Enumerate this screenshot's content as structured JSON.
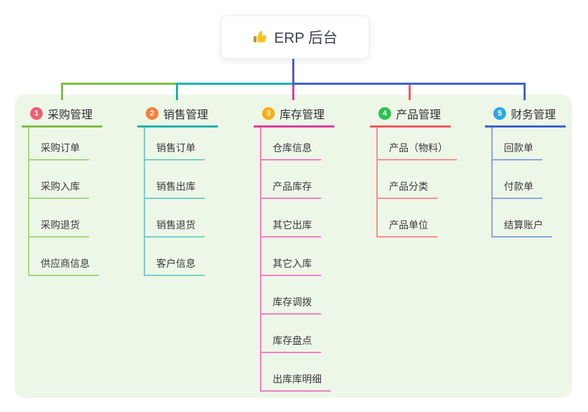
{
  "root": {
    "label": "ERP 后台",
    "icon": "thumbs-up-icon",
    "line_color": "#5159d0"
  },
  "colors": {
    "canvas_bg": "#ffffff",
    "panel_bg": "#edf7e8",
    "root_text": "#3c4358",
    "branch_text": "#303030",
    "child_text": "#3a3a3a"
  },
  "branches": [
    {
      "index": "1",
      "label": "采购管理",
      "badge_color": "#f25e73",
      "line_color": "#7fbe3f",
      "child_line_color": "#a8d584",
      "children": [
        "采购订单",
        "采购入库",
        "采购退货",
        "供应商信息"
      ]
    },
    {
      "index": "2",
      "label": "销售管理",
      "badge_color": "#f7813f",
      "line_color": "#14b3ac",
      "child_line_color": "#74cfc7",
      "children": [
        "销售订单",
        "销售出库",
        "销售退货",
        "客户信息"
      ]
    },
    {
      "index": "3",
      "label": "库存管理",
      "badge_color": "#fbab18",
      "line_color": "#da3d9b",
      "child_line_color": "#ee7fc1",
      "children": [
        "仓库信息",
        "产品库存",
        "其它出库",
        "其它入库",
        "库存调拨",
        "库存盘点",
        "出库库明细"
      ]
    },
    {
      "index": "4",
      "label": "产品管理",
      "badge_color": "#2bc150",
      "line_color": "#f8565c",
      "child_line_color": "#fb8d91",
      "children": [
        "产品（物料）",
        "产品分类",
        "产品单位"
      ]
    },
    {
      "index": "5",
      "label": "财务管理",
      "badge_color": "#2aa7e8",
      "line_color": "#3e62cc",
      "child_line_color": "#8aa5e2",
      "children": [
        "回款单",
        "付款单",
        "结算账户"
      ]
    }
  ]
}
